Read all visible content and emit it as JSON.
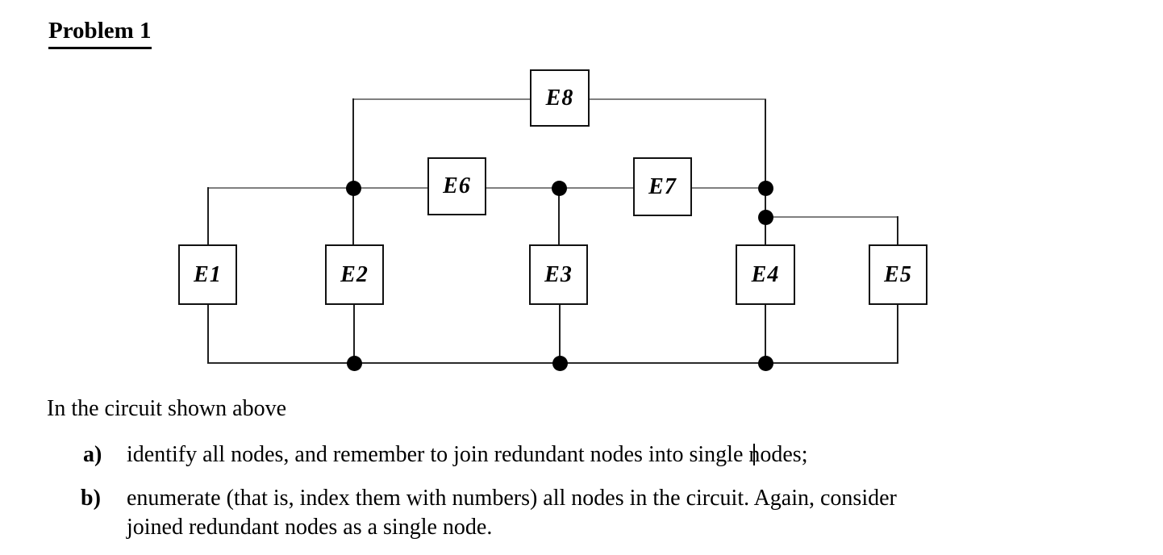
{
  "page": {
    "title": "Problem 1"
  },
  "circuit": {
    "elements": [
      {
        "label": "E1"
      },
      {
        "label": "E2"
      },
      {
        "label": "E3"
      },
      {
        "label": "E4"
      },
      {
        "label": "E5"
      },
      {
        "label": "E6"
      },
      {
        "label": "E7"
      },
      {
        "label": "E8"
      }
    ]
  },
  "body": {
    "intro": "In the circuit shown above",
    "items": [
      {
        "marker": "a)",
        "lines": [
          "identify all nodes, and remember to join redundant nodes into single nodes;"
        ]
      },
      {
        "marker": "b)",
        "lines": [
          "enumerate (that is, index them with numbers) all nodes in the circuit. Again, consider",
          "joined redundant nodes as a single node."
        ]
      }
    ]
  }
}
